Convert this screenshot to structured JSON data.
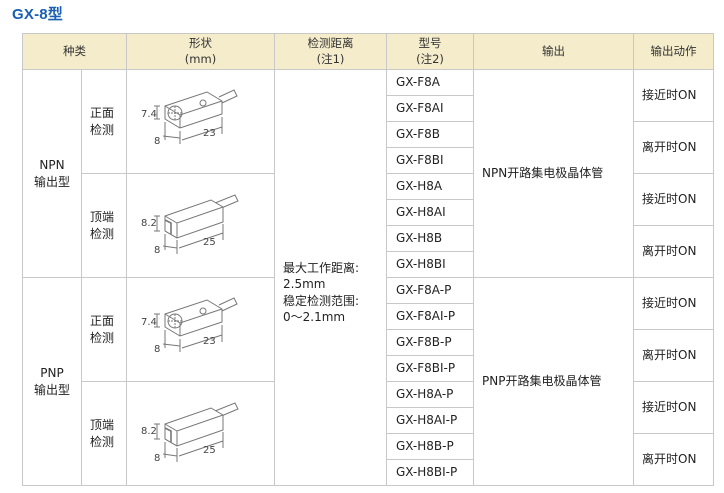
{
  "title": "GX-8型",
  "headers": {
    "type": "种类",
    "shape_line1": "形状",
    "shape_line2": "(mm)",
    "distance_line1": "检测距离",
    "distance_line2": "(注1)",
    "model_line1": "型号",
    "model_line2": "(注2)",
    "output": "输出",
    "action": "输出动作"
  },
  "groups": [
    {
      "type_line1": "NPN",
      "type_line2": "输出型",
      "output": "NPN开路集电极晶体管",
      "subs": [
        {
          "label_line1": "正面",
          "label_line2": "检测",
          "dims": {
            "height": "7.4",
            "depth": "8",
            "length": "23"
          },
          "models": [
            "GX-F8A",
            "GX-F8AI",
            "GX-F8B",
            "GX-F8BI"
          ],
          "actions": [
            "接近时ON",
            "离开时ON"
          ]
        },
        {
          "label_line1": "顶端",
          "label_line2": "检测",
          "dims": {
            "height": "8.2",
            "depth": "8",
            "length": "25"
          },
          "models": [
            "GX-H8A",
            "GX-H8AI",
            "GX-H8B",
            "GX-H8BI"
          ],
          "actions": [
            "接近时ON",
            "离开时ON"
          ]
        }
      ]
    },
    {
      "type_line1": "PNP",
      "type_line2": "输出型",
      "output": "PNP开路集电极晶体管",
      "subs": [
        {
          "label_line1": "正面",
          "label_line2": "检测",
          "dims": {
            "height": "7.4",
            "depth": "8",
            "length": "23"
          },
          "models": [
            "GX-F8A-P",
            "GX-F8AI-P",
            "GX-F8B-P",
            "GX-F8BI-P"
          ],
          "actions": [
            "接近时ON",
            "离开时ON"
          ]
        },
        {
          "label_line1": "顶端",
          "label_line2": "检测",
          "dims": {
            "height": "8.2",
            "depth": "8",
            "length": "25"
          },
          "models": [
            "GX-H8A-P",
            "GX-H8AI-P",
            "GX-H8B-P",
            "GX-H8BI-P"
          ],
          "actions": [
            "接近时ON",
            "离开时ON"
          ]
        }
      ]
    }
  ],
  "detection": {
    "max_label": "最大工作距离:",
    "max_value": "2.5mm",
    "stable_label": "稳定检测范围:",
    "stable_value": "0～2.1mm"
  },
  "colors": {
    "title": "#1a5fb4",
    "header_bg": "#f4eccb",
    "border": "#c8c8c8"
  }
}
